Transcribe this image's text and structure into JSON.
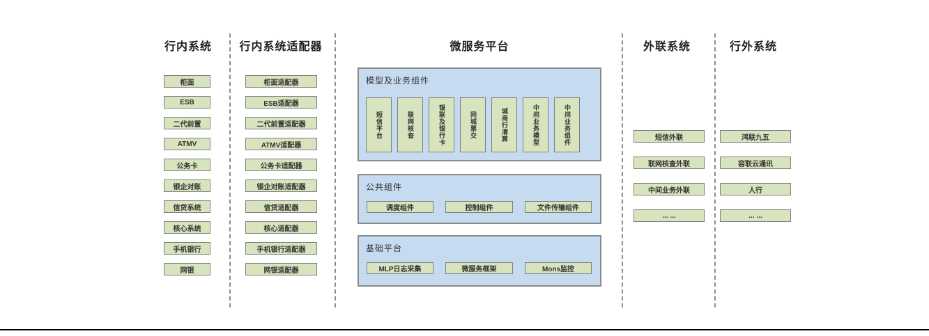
{
  "diagram": {
    "columns": {
      "internal_systems": {
        "title": "行内系统",
        "items": [
          "柜面",
          "ESB",
          "二代前置",
          "ATMV",
          "公务卡",
          "银企对账",
          "信贷系统",
          "核心系统",
          "手机银行",
          "网银"
        ]
      },
      "internal_adapters": {
        "title": "行内系统适配器",
        "items": [
          "柜面适配器",
          "ESB适配器",
          "二代前置适配器",
          "ATMV适配器",
          "公务卡适配器",
          "银企对账适配器",
          "信贷适配器",
          "核心适配器",
          "手机银行适配器",
          "网银适配器"
        ]
      },
      "microservice_platform": {
        "title": "微服务平台",
        "groups": [
          {
            "label": "模型及业务组件",
            "items": [
              "短信平台",
              "联网核查",
              "银联及银行卡",
              "同城票交",
              "城商行清算",
              "中间业务模型",
              "中间业务组件"
            ]
          },
          {
            "label": "公共组件",
            "items": [
              "调度组件",
              "控制组件",
              "文件传输组件"
            ]
          },
          {
            "label": "基础平台",
            "items": [
              "MLP日志采集",
              "微服务框架",
              "Mons监控"
            ]
          }
        ]
      },
      "outbound_systems": {
        "title": "外联系统",
        "items": [
          "短信外联",
          "联网核查外联",
          "中间业务外联",
          "... ..."
        ]
      },
      "external_systems": {
        "title": "行外系统",
        "items": [
          "鸿联九五",
          "容联云通讯",
          "人行",
          "... ..."
        ]
      }
    },
    "colors": {
      "component_green": "#d7e4bd",
      "container_blue": "#c6daf0",
      "box_border_gray": "#7f7f7f",
      "container_border_gray": "#8a8a8a",
      "separator_gray": "#8c8c8c",
      "bottom_rule_black": "#000000"
    }
  }
}
